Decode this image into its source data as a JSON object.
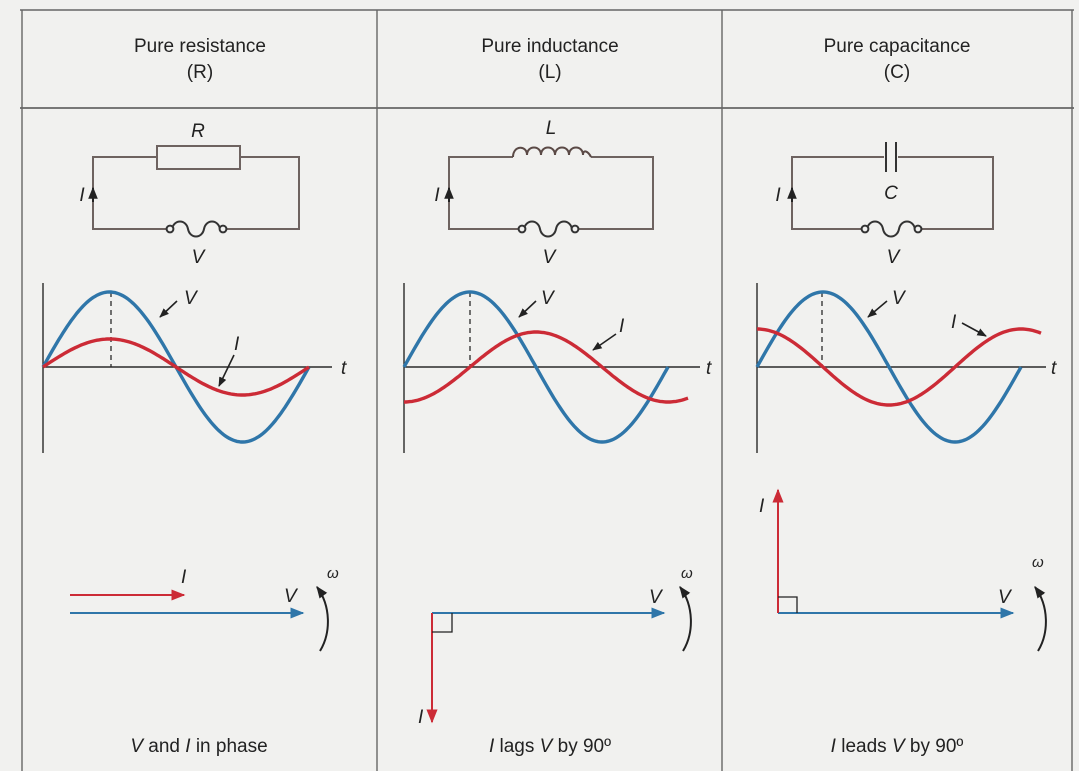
{
  "colors": {
    "voltage": "#2f76a9",
    "current": "#cc2b36",
    "line": "#2a2a2a",
    "circuit": "#6e6360",
    "background": "#f1f1ef"
  },
  "panels": [
    {
      "id": "resistance",
      "title": "Pure resistance",
      "symbol": "(R)",
      "component_label": "R",
      "current_label": "I",
      "source_label": "V",
      "wave_v_label": "V",
      "wave_i_label": "I",
      "time_label": "t",
      "phasor_i_label": "I",
      "phasor_v_label": "V",
      "omega_label": "ω",
      "phase_shift_deg": 0,
      "caption_parts": [
        "V",
        " and ",
        "I",
        " in phase"
      ]
    },
    {
      "id": "inductance",
      "title": "Pure inductance",
      "symbol": "(L)",
      "component_label": "L",
      "current_label": "I",
      "source_label": "V",
      "wave_v_label": "V",
      "wave_i_label": "I",
      "time_label": "t",
      "phasor_i_label": "I",
      "phasor_v_label": "V",
      "omega_label": "ω",
      "phase_shift_deg": -90,
      "caption_parts": [
        "I",
        " lags ",
        "V",
        " by 90º"
      ]
    },
    {
      "id": "capacitance",
      "title": "Pure capacitance",
      "symbol": "(C)",
      "component_label": "C",
      "current_label": "I",
      "source_label": "V",
      "wave_v_label": "V",
      "wave_i_label": "I",
      "time_label": "t",
      "phasor_i_label": "I",
      "phasor_v_label": "V",
      "omega_label": "ω",
      "phase_shift_deg": 90,
      "caption_parts": [
        "I",
        " leads ",
        "V",
        " by 90º"
      ]
    }
  ]
}
